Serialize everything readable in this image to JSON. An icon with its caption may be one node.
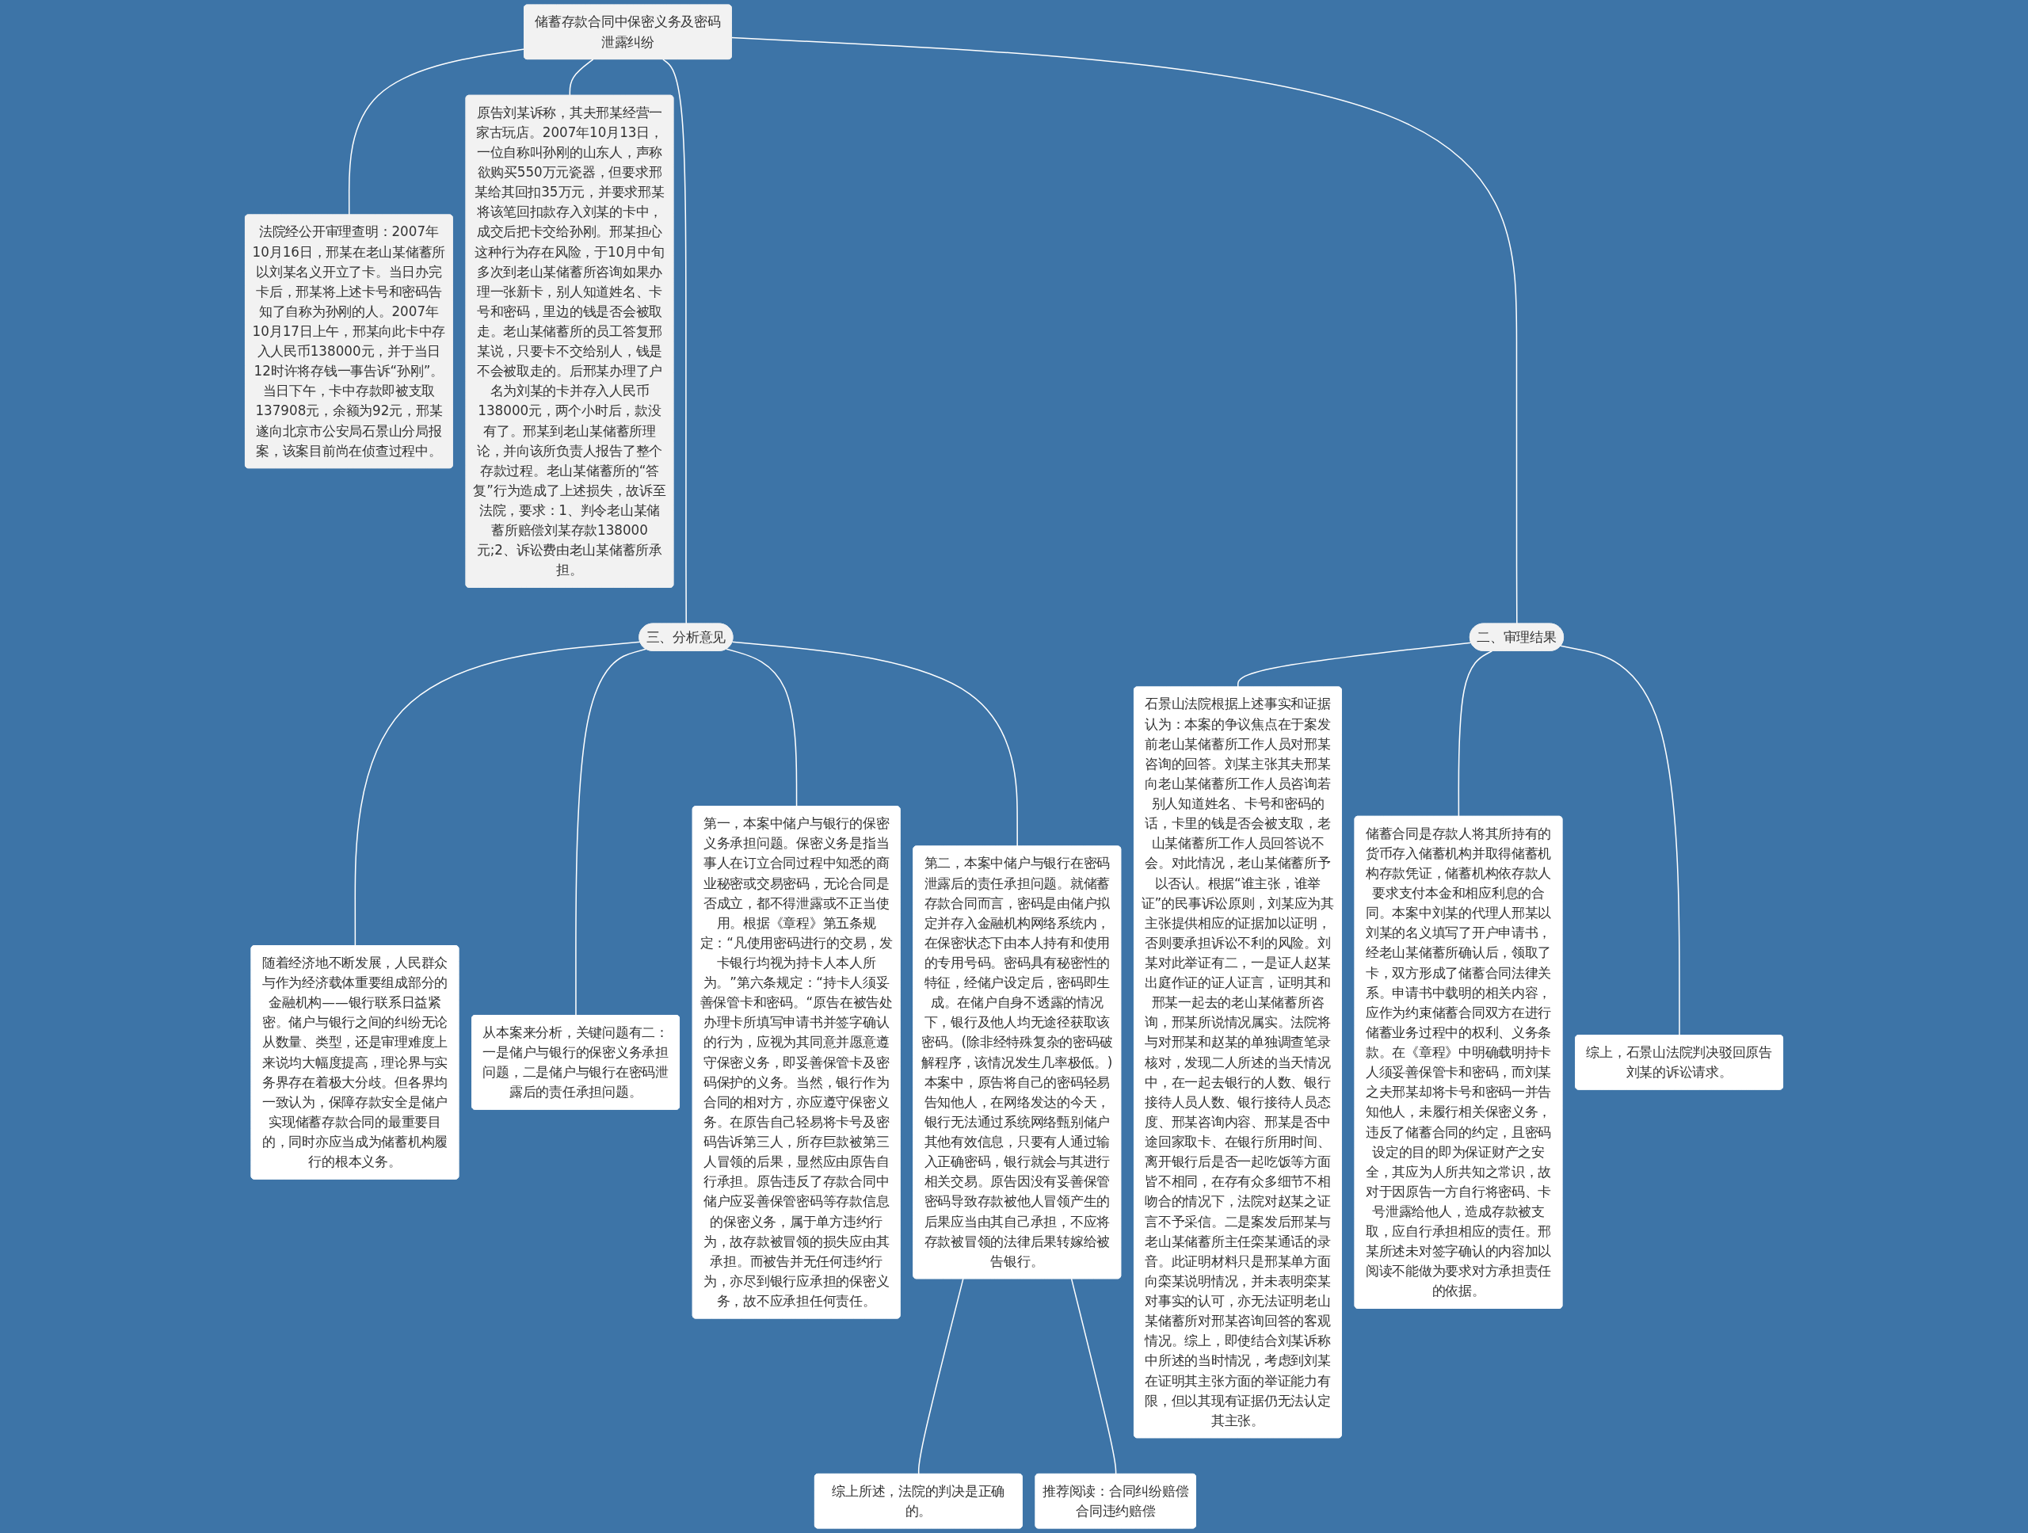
{
  "diagram": {
    "nodes": [
      {
        "text": [
          "储蓄存款合同中保密义务及密码泄露纠纷"
        ]
      },
      {
        "text": [
          "法院经公开审理查明：2007年10月16日，邢某在老山某储蓄所以刘某名义开立了卡。当日办完卡后，邢某将上述卡号和密码告知了自称为孙刚的人。2007年10月17日上午，邢某向此卡中存入人民币138000元，并于当日12时许将存钱一事告诉“孙刚”。当日下午，卡中存款即被支取137908元，余额为92元，邢某遂向北京市公安局石景山分局报案，该案目前尚在侦查过程中。"
        ]
      },
      {
        "text": [
          "原告刘某诉称，其夫邢某经营一家古玩店。2007年10月13日，一位自称叫孙刚的山东人，声称欲购买550万元瓷器，但要求邢某给其回扣35万元，并要求邢某将该笔回扣款存入刘某的卡中，成交后把卡交给孙刚。邢某担心这种行为存在风险，于10月中旬多次到老山某储蓄所咨询如果办理一张新卡，别人知道姓名、卡号和密码，里边的钱是否会被取走。老山某储蓄所的员工答复邢某说，只要卡不交给别人，钱是不会被取走的。后邢某办理了户名为刘某的卡并存入人民币138000元，两个小时后，款没有了。邢某到老山某储蓄所理论，并向该所负责人报告了整个存款过程。老山某储蓄所的“答复”行为造成了上述损失，故诉至法院，要求：1、判令老山某储蓄所赔偿刘某存款138000元;2、诉讼费由老山某储蓄所承担。"
        ]
      },
      {
        "text": [
          "三、分析意见"
        ]
      },
      {
        "text": [
          "随着经济地不断发展，人民群众与作为经济载体重要组成部分的金融机构——银行联系日益紧密。储户与银行之间的纠纷无论从数量、类型，还是审理难度上来说均大幅度提高，理论界与实务界存在着极大分歧。但各界均一致认为，保障存款安全是储户实现储蓄存款合同的最重要目的，同时亦应当成为储蓄机构履行的根本义务。"
        ]
      },
      {
        "text": [
          "从本案来分析，关键问题有二：一是储户与银行的保密义务承担问题，二是储户与银行在密码泄露后的责任承担问题。"
        ]
      },
      {
        "text": [
          "第一，本案中储户与银行的保密义务承担问题。保密义务是指当事人在订立合同过程中知悉的商业秘密或交易密码，无论合同是否成立，都不得泄露或不正当使用。根据《章程》第五条规定：“凡使用密码进行的交易，发卡银行均视为持卡人本人所为。”第六条规定：“持卡人须妥善保管卡和密码。“原告在被告处办理卡所填写申请书并签字确认的行为，应视为其同意并愿意遵守保密义务，即妥善保管卡及密码保护的义务。当然，银行作为合同的相对方，亦应遵守保密义务。在原告自己轻易将卡号及密码告诉第三人，所存巨款被第三人冒领的后果，显然应由原告自行承担。原告违反了存款合同中储户应妥善保管密码等存款信息的保密义务，属于单方违约行为，故存款被冒领的损失应由其承担。而被告并无任何违约行为，亦尽到银行应承担的保密义务，故不应承担任何责任。"
        ]
      },
      {
        "text": [
          "第二，本案中储户与银行在密码泄露后的责任承担问题。就储蓄存款合同而言，密码是由储户拟定并存入金融机构网络系统内，在保密状态下由本人持有和使用的专用号码。密码具有秘密性的特征，经储户设定后，密码即生成。在储户自身不透露的情况下，银行及他人均无途径获取该密码。(除非经特殊复杂的密码破解程序，该情况发生几率极低。)本案中，原告将自己的密码轻易告知他人，在网络发达的今天，银行无法通过系统网络甄别储户其他有效信息，只要有人通过输入正确密码，银行就会与其进行相关交易。原告因没有妥善保管密码导致存款被他人冒领产生的后果应当由其自己承担，不应将存款被冒领的法律后果转嫁给被告银行。"
        ]
      },
      {
        "text": [
          "综上所述，法院的判决是正确的。"
        ]
      },
      {
        "text": [
          "推荐阅读：合同纠纷赔偿",
          "合同违约赔偿"
        ]
      },
      {
        "text": [
          "二、审理结果"
        ]
      },
      {
        "text": [
          "石景山法院根据上述事实和证据认为：本案的争议焦点在于案发前老山某储蓄所工作人员对邢某咨询的回答。刘某主张其夫邢某向老山某储蓄所工作人员咨询若别人知道姓名、卡号和密码的话，卡里的钱是否会被支取，老山某储蓄所工作人员回答说不会。对此情况，老山某储蓄所予以否认。根据“谁主张，谁举证”的民事诉讼原则，刘某应为其主张提供相应的证据加以证明，否则要承担诉讼不利的风险。刘某对此举证有二，一是证人赵某出庭作证的证人证言，证明其和邢某一起去的老山某储蓄所咨询，邢某所说情况属实。法院将与对邢某和赵某的单独调查笔录核对，发现二人所述的当天情况中，在一起去银行的人数、银行接待人员人数、银行接待人员态度、邢某咨询内容、邢某是否中途回家取卡、在银行所用时间、离开银行后是否一起吃饭等方面皆不相同，在存有众多细节不相吻合的情况下，法院对赵某之证言不予采信。二是案发后邢某与老山某储蓄所主任栾某通话的录音。此证明材料只是邢某单方面向栾某说明情况，并未表明栾某对事实的认可，亦无法证明老山某储蓄所对邢某咨询回答的客观情况。综上，即使结合刘某诉称中所述的当时情况，考虑到刘某在证明其主张方面的举证能力有限，但以其现有证据仍无法认定其主张。"
        ]
      },
      {
        "text": [
          "储蓄合同是存款人将其所持有的货币存入储蓄机构并取得储蓄机构存款凭证，储蓄机构依存款人要求支付本金和相应利息的合同。本案中刘某的代理人邢某以刘某的名义填写了开户申请书，经老山某储蓄所确认后，领取了卡，双方形成了储蓄合同法律关系。申请书中载明的相关内容，应作为约束储蓄合同双方在进行储蓄业务过程中的权利、义务条款。在《章程》中明确载明持卡人须妥善保管卡和密码，而刘某之夫邢某却将卡号和密码一并告知他人，未履行相关保密义务，违反了储蓄合同的约定，且密码设定的目的即为保证财产之安全，其应为人所共知之常识，故对于因原告一方自行将密码、卡号泄露给他人，造成存款被支取，应自行承担相应的责任。邢某所述未对签字确认的内容加以阅读不能做为要求对方承担责任的依据。"
        ]
      },
      {
        "text": [
          "综上，石景山法院判决驳回原告刘某的诉讼请求。"
        ]
      }
    ],
    "edges": [
      {
        "from": 0,
        "to": 1,
        "arrow": "none"
      },
      {
        "from": 0,
        "to": 2,
        "arrow": "none"
      },
      {
        "from": 0,
        "to": 3,
        "arrow": "none"
      },
      {
        "from": 3,
        "to": 4,
        "arrow": "none"
      },
      {
        "from": 3,
        "to": 5,
        "arrow": "none"
      },
      {
        "from": 3,
        "to": 6,
        "arrow": "none"
      },
      {
        "from": 3,
        "to": 7,
        "arrow": "none"
      },
      {
        "from": 7,
        "to": 8,
        "arrow": "none"
      },
      {
        "from": 7,
        "to": 9,
        "arrow": "none"
      },
      {
        "from": 0,
        "to": 10,
        "arrow": "none"
      },
      {
        "from": 10,
        "to": 11,
        "arrow": "none"
      },
      {
        "from": 10,
        "to": 12,
        "arrow": "none"
      },
      {
        "from": 10,
        "to": 13,
        "arrow": "none"
      }
    ]
  }
}
